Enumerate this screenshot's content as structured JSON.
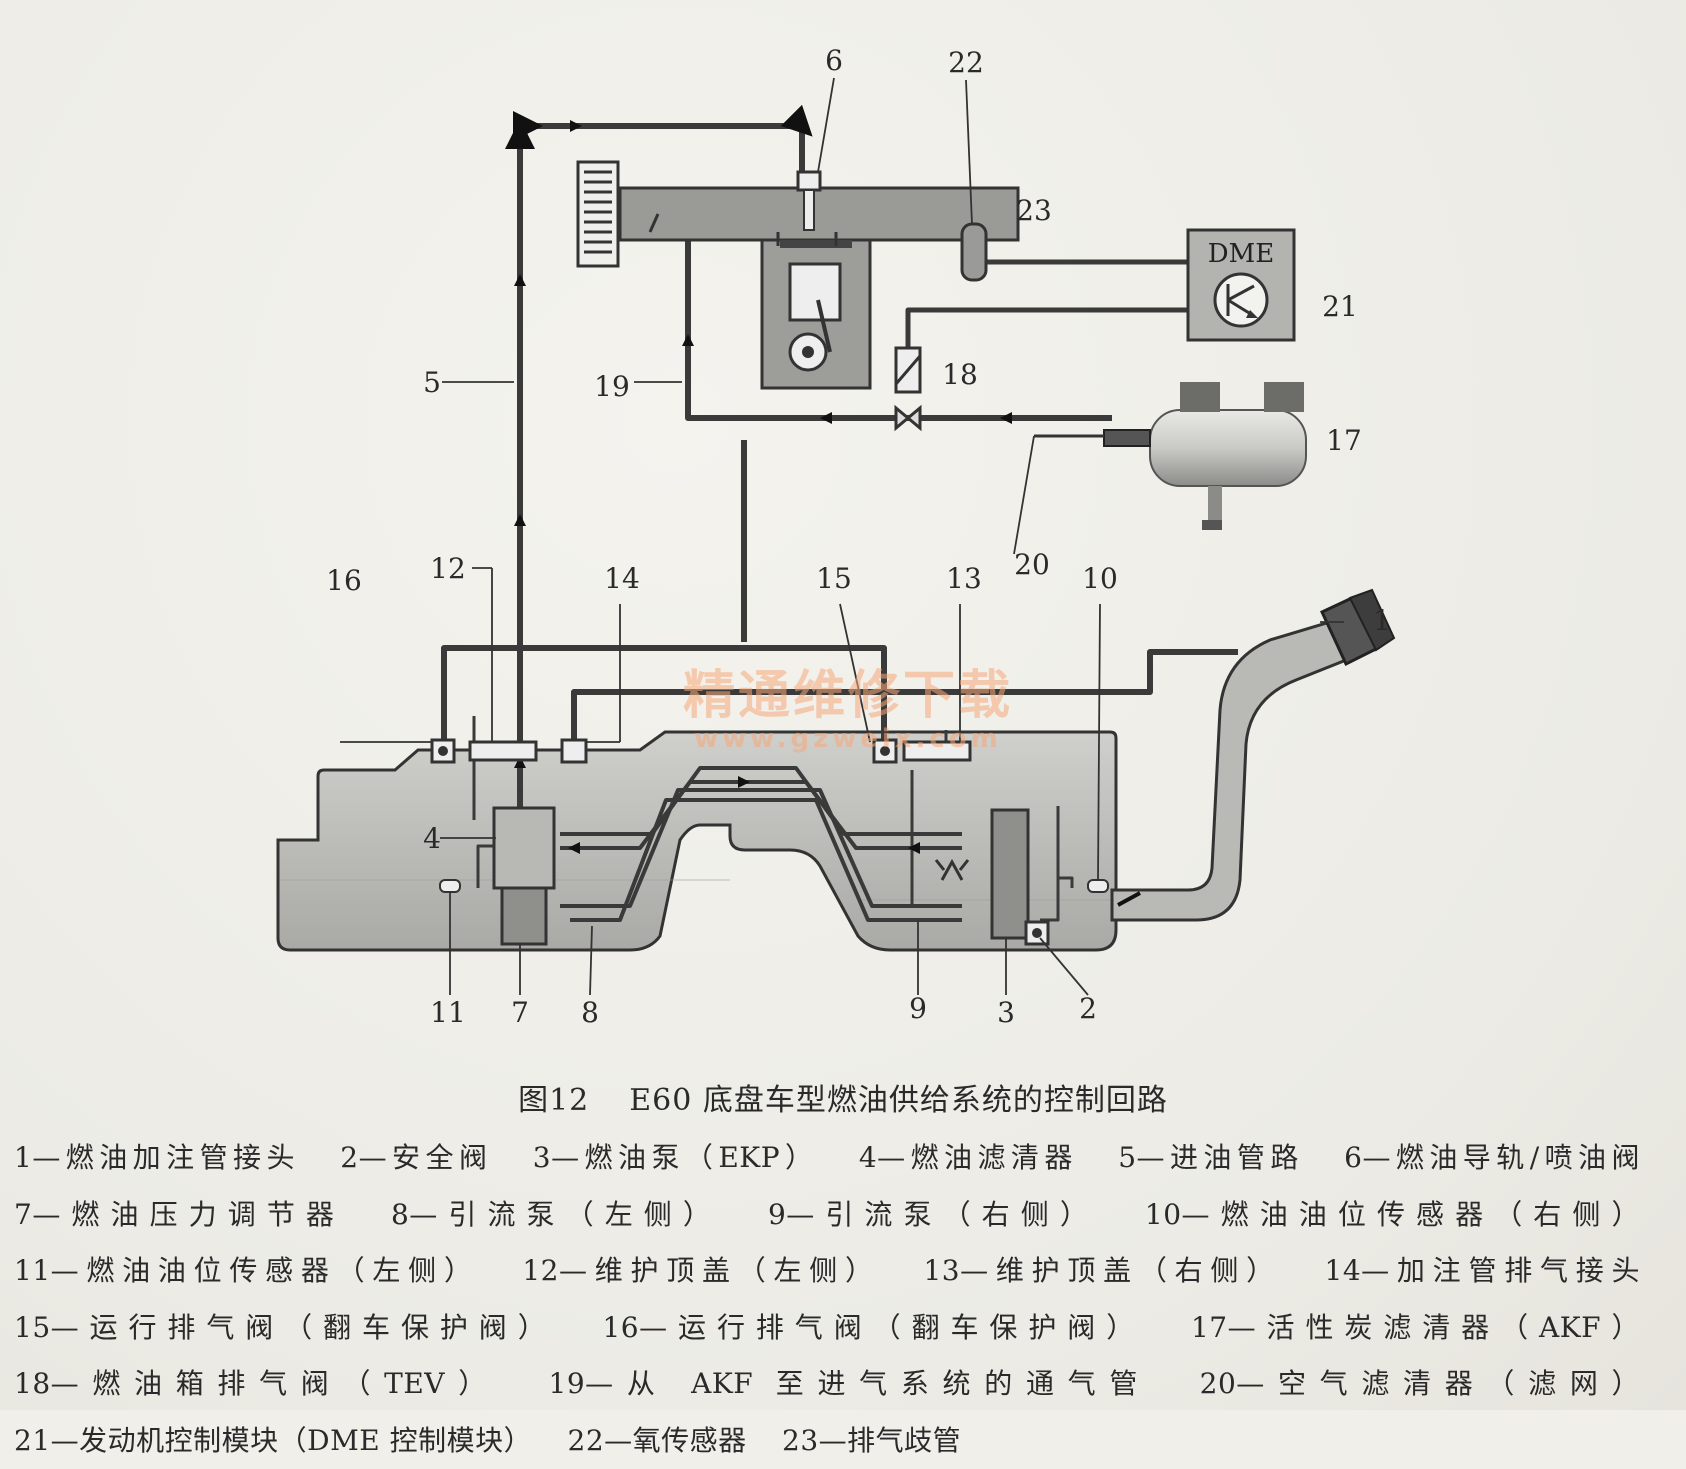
{
  "caption": {
    "figure_number": "图12",
    "title": "E60 底盘车型燃油供给系统的控制回路"
  },
  "diagram": {
    "dme_label": "DME",
    "callouts": {
      "1": "1",
      "2": "2",
      "3": "3",
      "4": "4",
      "5": "5",
      "6": "6",
      "7": "7",
      "8": "8",
      "9": "9",
      "10": "10",
      "11": "11",
      "12": "12",
      "13": "13",
      "14": "14",
      "15": "15",
      "16": "16",
      "17": "17",
      "18": "18",
      "19": "19",
      "20": "20",
      "21": "21",
      "22": "22",
      "23": "23"
    }
  },
  "legend": [
    "1—燃油加注管接头",
    "2—安全阀",
    "3—燃油泵（EKP）",
    "4—燃油滤清器",
    "5—进油管路",
    "6—燃油导轨/喷油阀",
    "7—燃油压力调节器",
    "8—引流泵（左侧）",
    "9—引流泵（右侧）",
    "10—燃油油位传感器（右侧）",
    "11—燃油油位传感器（左侧）",
    "12—维护顶盖（左侧）",
    "13—维护顶盖（右侧）",
    "14—加注管排气接头",
    "15—运行排气阀（翻车保护阀）",
    "16—运行排气阀（翻车保护阀）",
    "17—活性炭滤清器（AKF）",
    "18—燃油箱排气阀（TEV）",
    "19—从 AKF 至进气系统的通气管",
    "20—空气滤清器（滤网）",
    "21—发动机控制模块（DME 控制模块）",
    "22—氧传感器",
    "23—排气歧管"
  ],
  "watermark": {
    "text": "精通维修下载",
    "url": "www.gzweix.com"
  }
}
